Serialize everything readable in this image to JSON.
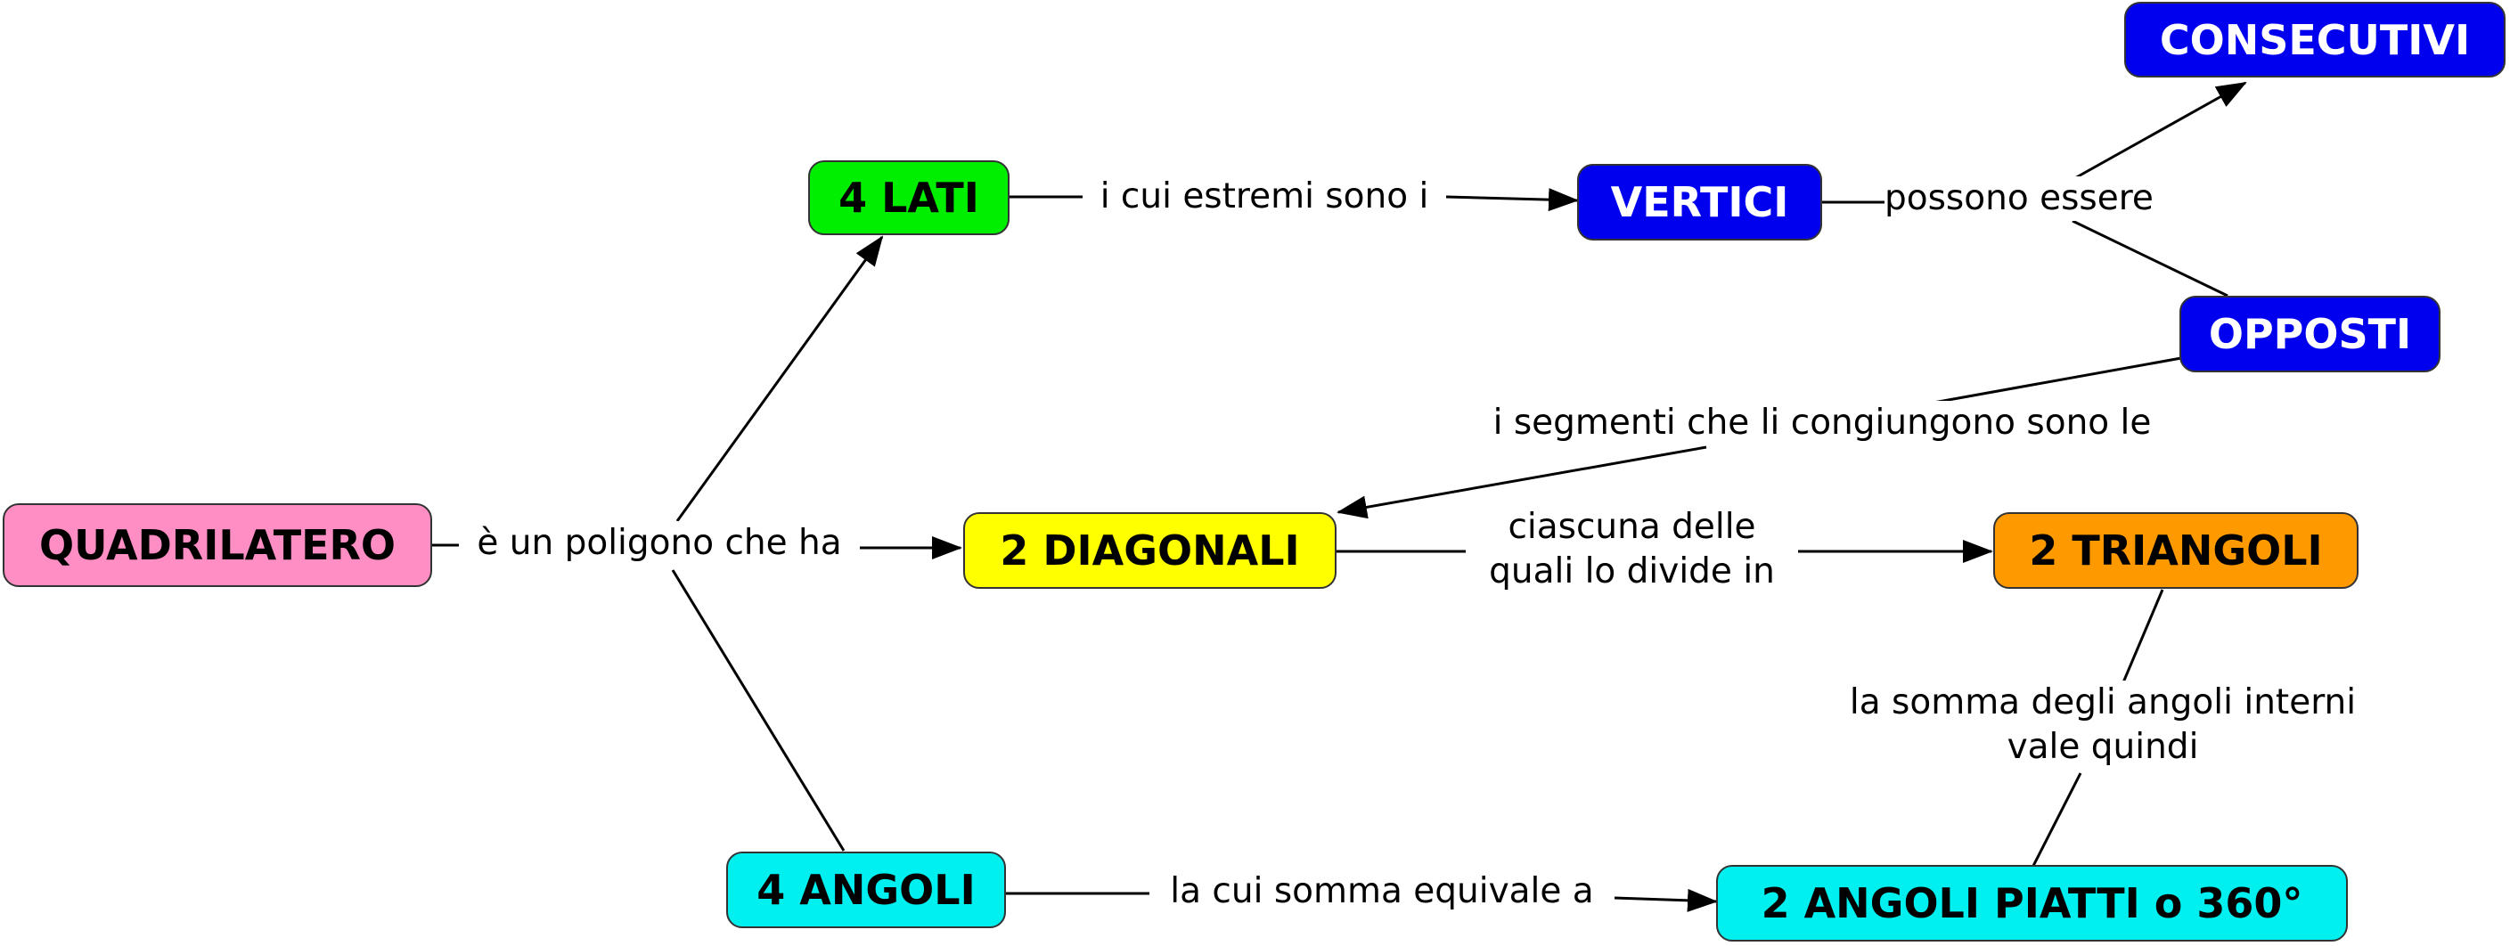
{
  "nodes": {
    "quadrilatero": {
      "label": "QUADRILATERO",
      "bg": "#ff8ec4",
      "fg": "#000000"
    },
    "lati": {
      "label": "4 LATI",
      "bg": "#00ee00",
      "fg": "#000000"
    },
    "vertici": {
      "label": "VERTICI",
      "bg": "#0000ee",
      "fg": "#ffffff"
    },
    "consecutivi": {
      "label": "CONSECUTIVI",
      "bg": "#0000ee",
      "fg": "#ffffff"
    },
    "opposti": {
      "label": "OPPOSTI",
      "bg": "#0000ee",
      "fg": "#ffffff"
    },
    "diagonali": {
      "label": "2 DIAGONALI",
      "bg": "#ffff00",
      "fg": "#000000"
    },
    "triangoli": {
      "label": "2 TRIANGOLI",
      "bg": "#ff9900",
      "fg": "#000000"
    },
    "angoli": {
      "label": "4 ANGOLI",
      "bg": "#00f0f0",
      "fg": "#000000"
    },
    "piatti": {
      "label": "2 ANGOLI PIATTI o 360°",
      "bg": "#00f0f0",
      "fg": "#000000"
    }
  },
  "links": {
    "poligono": "è un poligono che ha",
    "estremi": "i cui estremi sono i",
    "possono": "possono essere",
    "segmenti": "i segmenti che li congiungono sono le",
    "ciascuna_1": "ciascuna delle",
    "ciascuna_2": "quali lo divide in",
    "somma_equivale": "la cui somma equivale a",
    "somma_interni_1": "la somma degli angoli interni",
    "somma_interni_2": "vale quindi"
  }
}
